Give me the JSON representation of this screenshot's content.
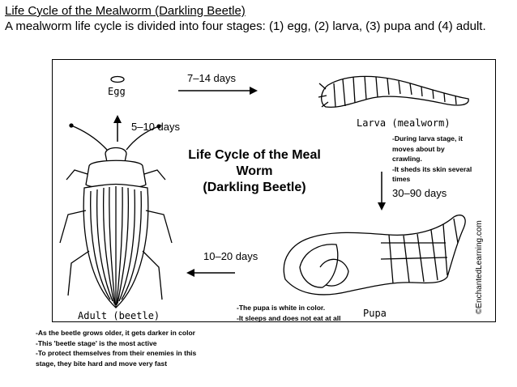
{
  "header": {
    "title": "Life Cycle of the Mealworm (Darkling Beetle)",
    "subtitle": "A mealworm life cycle is divided into four stages: (1) egg, (2) larva, (3) pupa and (4) adult."
  },
  "diagram": {
    "center_title": [
      "Life Cycle of the Meal",
      "Worm",
      "(Darkling Beetle)"
    ],
    "credit": "©EnchantedLearning.com",
    "stages": {
      "egg": "Egg",
      "larva": "Larva (mealworm)",
      "pupa": "Pupa",
      "adult": "Adult (beetle)"
    },
    "durations": {
      "egg_to_larva": "7–14 days",
      "larva_to_pupa": "30–90 days",
      "pupa_to_adult": "10–20 days",
      "adult_to_egg": "5–10 days"
    },
    "notes": {
      "larva": [
        "-During larva stage, it",
        "moves about by",
        "crawling.",
        "-It sheds its skin several",
        "times"
      ],
      "pupa": [
        "-The pupa is white in color.",
        "-It sleeps and does not eat at all"
      ],
      "adult": [
        "-As the beetle grows older, it gets darker in color",
        "-This 'beetle stage' is the most active",
        "-To protect themselves from their enemies in this",
        "stage, they bite hard and move very fast"
      ]
    }
  }
}
